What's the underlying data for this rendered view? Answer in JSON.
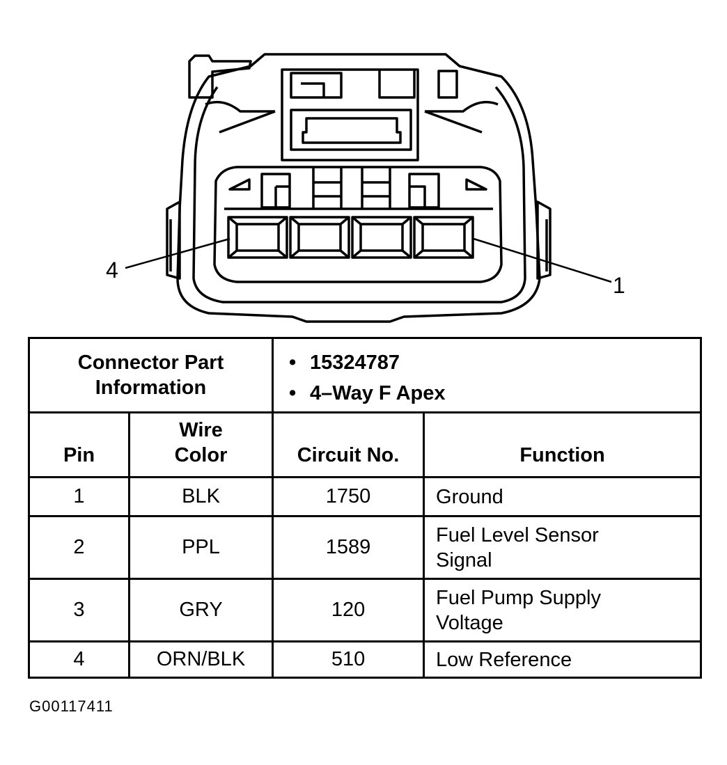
{
  "diagram": {
    "pin_callouts": {
      "left": "4",
      "right": "1"
    },
    "figure_id": "G00117411"
  },
  "connector_info": {
    "label_line1": "Connector Part",
    "label_line2": "Information",
    "items": [
      "15324787",
      "4–Way F Apex"
    ]
  },
  "table": {
    "headers": {
      "pin": "Pin",
      "wire_color_line1": "Wire",
      "wire_color_line2": "Color",
      "circuit": "Circuit No.",
      "function": "Function"
    },
    "rows": [
      {
        "pin": "1",
        "color": "BLK",
        "circuit": "1750",
        "function_line1": "Ground",
        "function_line2": ""
      },
      {
        "pin": "2",
        "color": "PPL",
        "circuit": "1589",
        "function_line1": "Fuel Level Sensor",
        "function_line2": "Signal"
      },
      {
        "pin": "3",
        "color": "GRY",
        "circuit": "120",
        "function_line1": "Fuel Pump Supply",
        "function_line2": "Voltage"
      },
      {
        "pin": "4",
        "color": "ORN/BLK",
        "circuit": "510",
        "function_line1": "Low Reference",
        "function_line2": ""
      }
    ]
  }
}
